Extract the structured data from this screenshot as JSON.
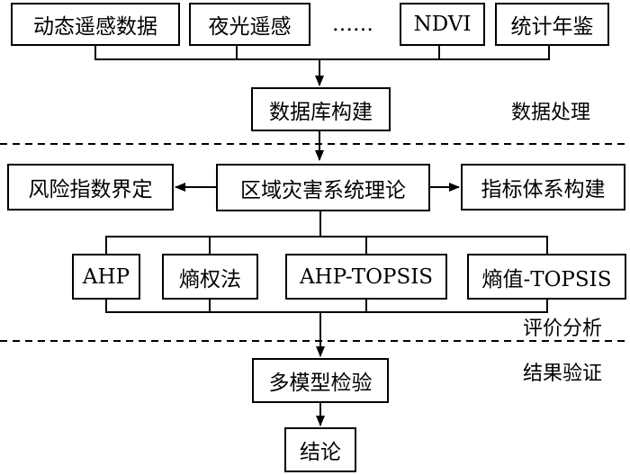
{
  "sources": {
    "dynamic_rs": "动态遥感数据",
    "night_light": "夜光遥感",
    "ellipsis": "……",
    "ndvi": "NDVI",
    "yearbook": "统计年鉴"
  },
  "database": "数据库构建",
  "theory": {
    "center": "区域灾害系统理论",
    "left": "风险指数界定",
    "right": "指标体系构建"
  },
  "methods": {
    "ahp": "AHP",
    "entropy_weight": "熵权法",
    "ahp_topsis": "AHP-TOPSIS",
    "entropy_topsis": "熵值-TOPSIS"
  },
  "validation": "多模型检验",
  "conclusion": "结论",
  "stages": {
    "data_processing": "数据处理",
    "evaluation": "评价分析",
    "validation": "结果验证"
  },
  "colors": {
    "line": "#000000",
    "background": "#ffffff"
  }
}
